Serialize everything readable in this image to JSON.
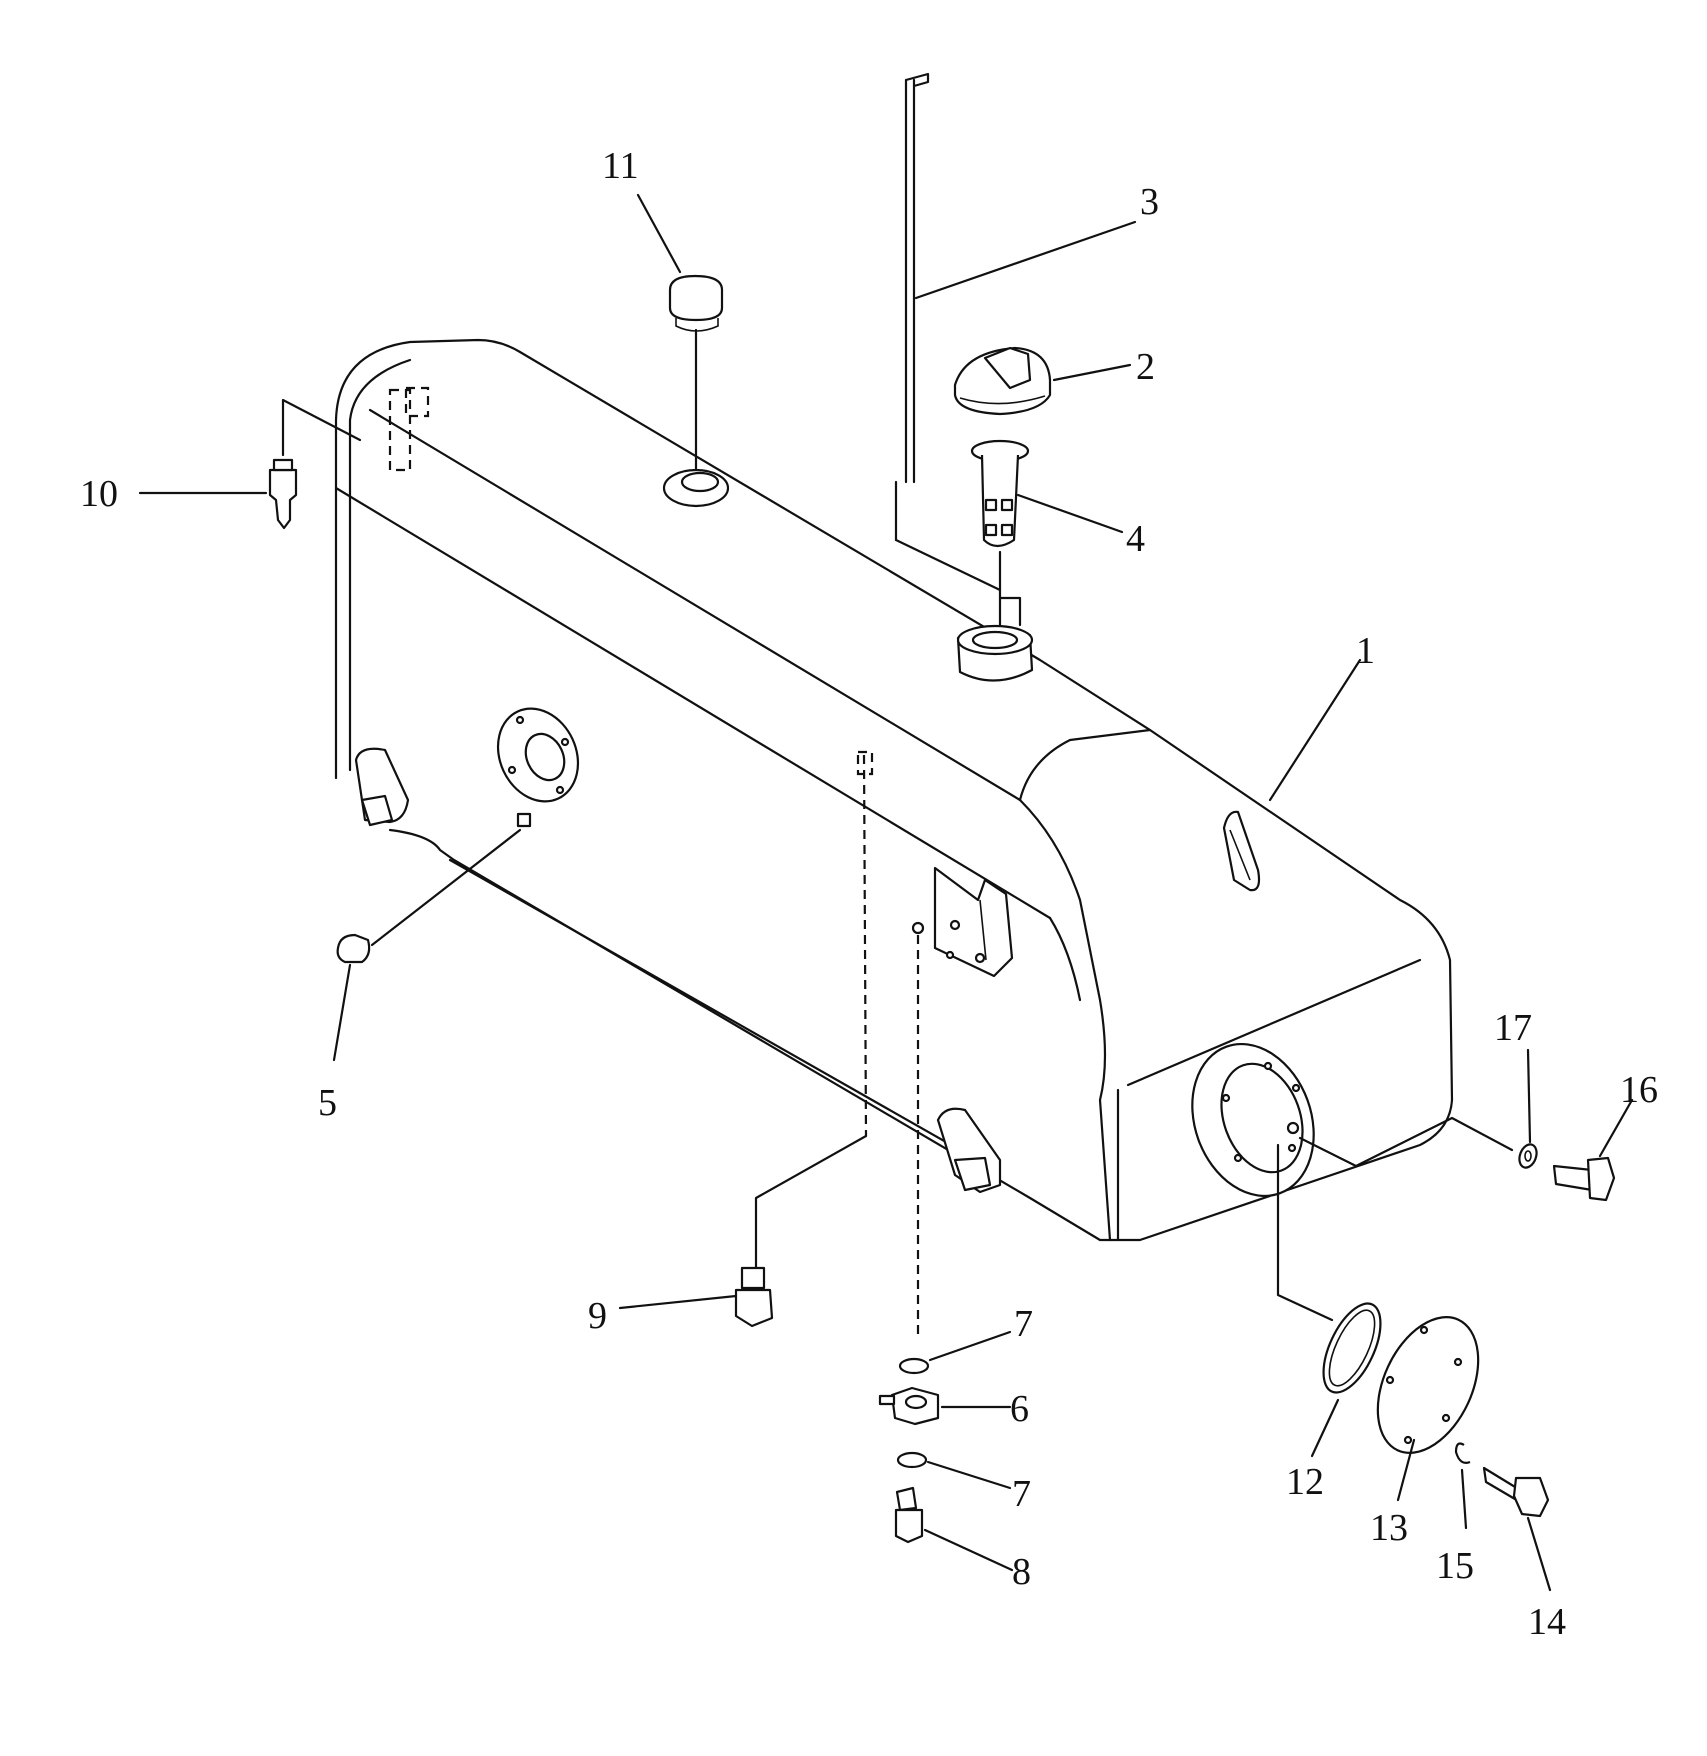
{
  "diagram": {
    "callouts": [
      {
        "id": "1",
        "text": "1"
      },
      {
        "id": "2",
        "text": "2"
      },
      {
        "id": "3",
        "text": "3"
      },
      {
        "id": "4",
        "text": "4"
      },
      {
        "id": "5",
        "text": "5"
      },
      {
        "id": "6",
        "text": "6"
      },
      {
        "id": "7a",
        "text": "7"
      },
      {
        "id": "7b",
        "text": "7"
      },
      {
        "id": "8",
        "text": "8"
      },
      {
        "id": "9",
        "text": "9"
      },
      {
        "id": "10",
        "text": "10"
      },
      {
        "id": "11",
        "text": "11"
      },
      {
        "id": "12",
        "text": "12"
      },
      {
        "id": "13",
        "text": "13"
      },
      {
        "id": "14",
        "text": "14"
      },
      {
        "id": "15",
        "text": "15"
      },
      {
        "id": "16",
        "text": "16"
      },
      {
        "id": "17",
        "text": "17"
      }
    ]
  }
}
